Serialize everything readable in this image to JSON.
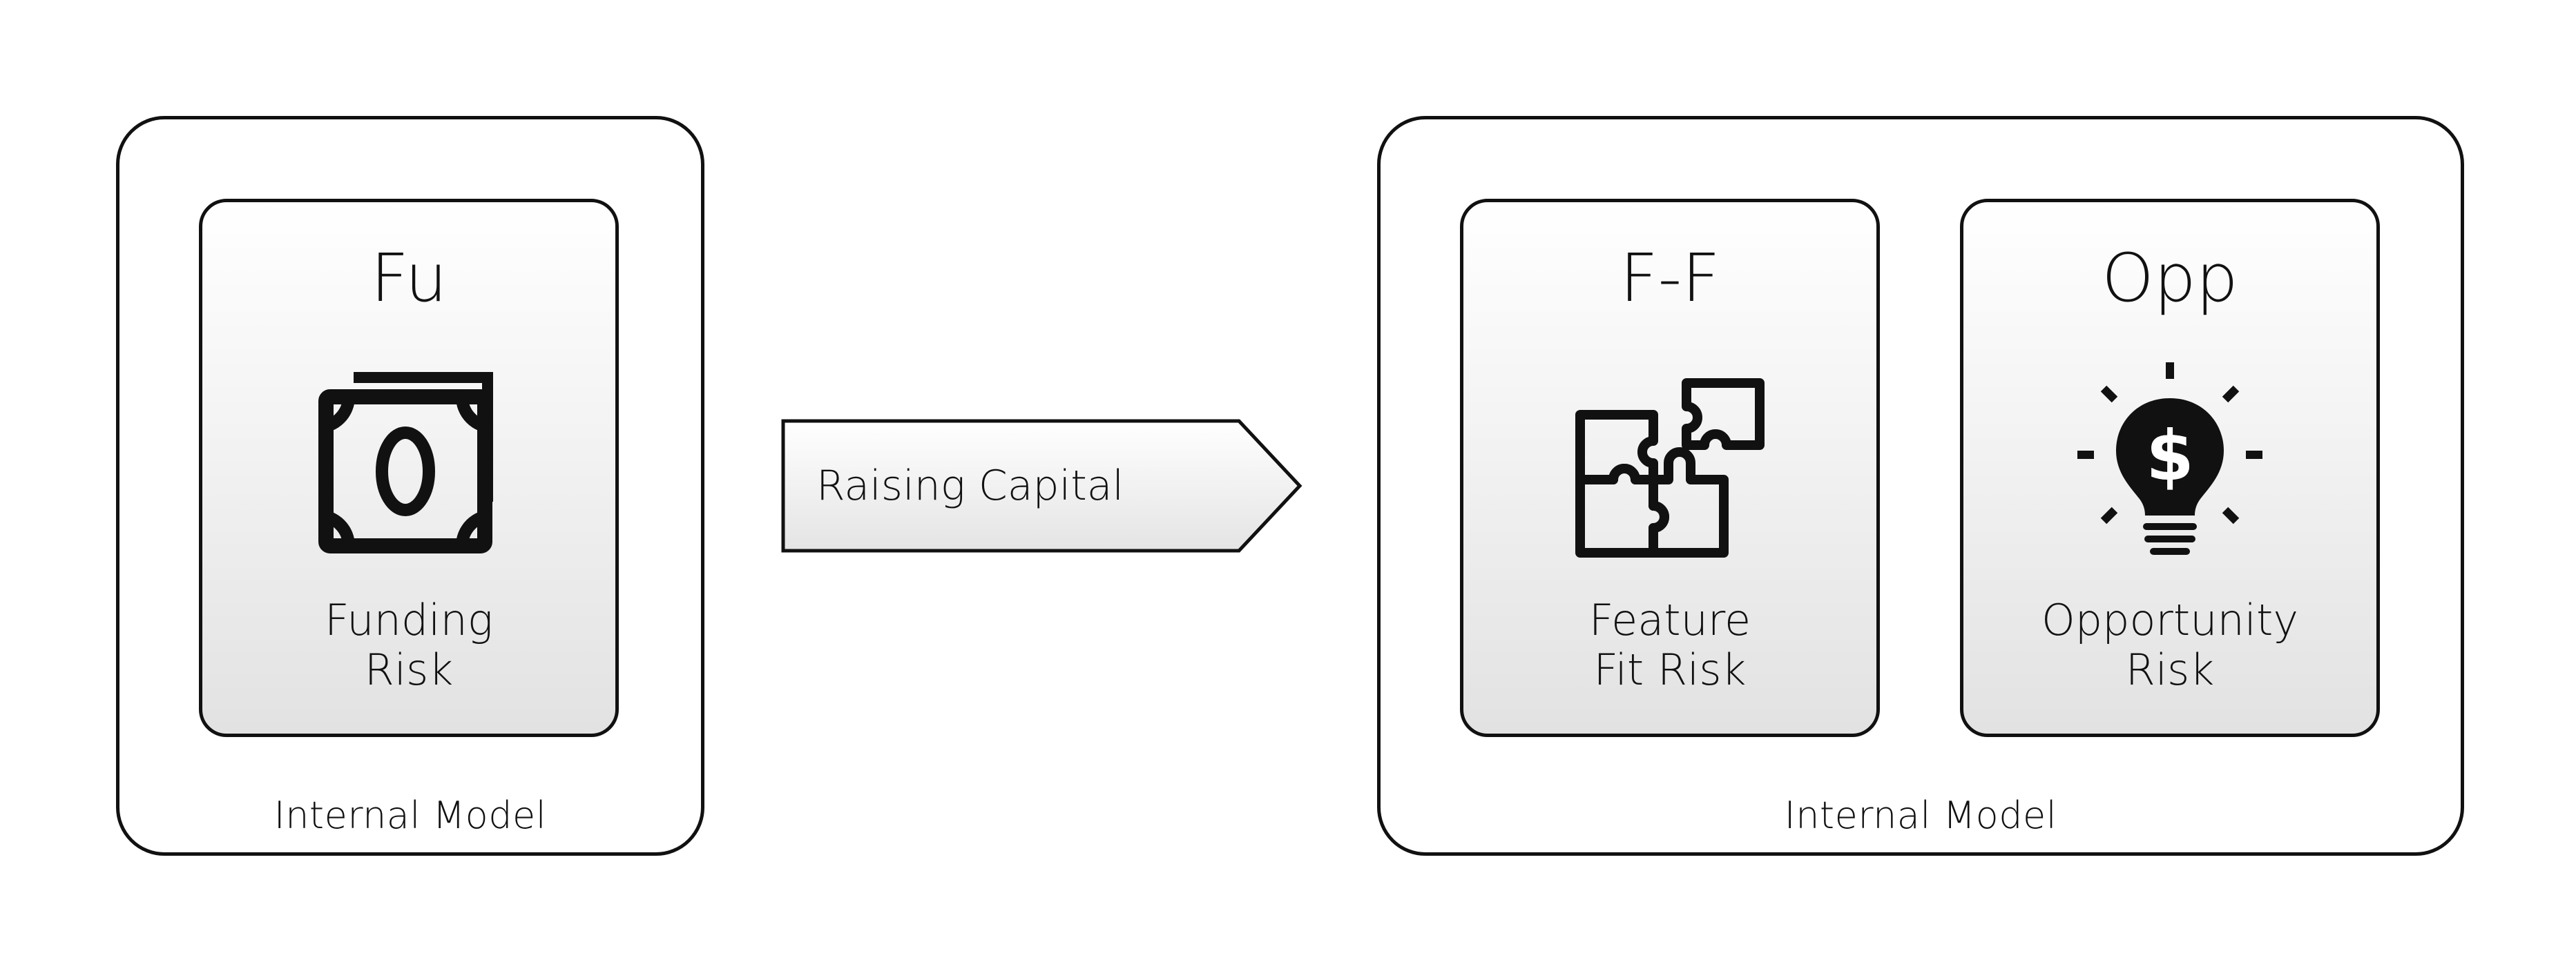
{
  "left_model": {
    "caption": "Internal Model",
    "cards": [
      {
        "abbr": "Fu",
        "name_line1": "Funding",
        "name_line2": "Risk",
        "icon": "money-bill-icon"
      }
    ]
  },
  "transition": {
    "label": "Raising Capital"
  },
  "right_model": {
    "caption": "Internal Model",
    "cards": [
      {
        "abbr": "F-F",
        "name_line1": "Feature",
        "name_line2": "Fit Risk",
        "icon": "puzzle-pieces-icon"
      },
      {
        "abbr": "Opp",
        "name_line1": "Opportunity",
        "name_line2": "Risk",
        "icon": "lightbulb-dollar-icon"
      }
    ]
  },
  "colors": {
    "stroke": "#111111",
    "card_gradient_top": "#ffffff",
    "card_gradient_bottom": "#e2e2e2",
    "background": "#ffffff"
  }
}
